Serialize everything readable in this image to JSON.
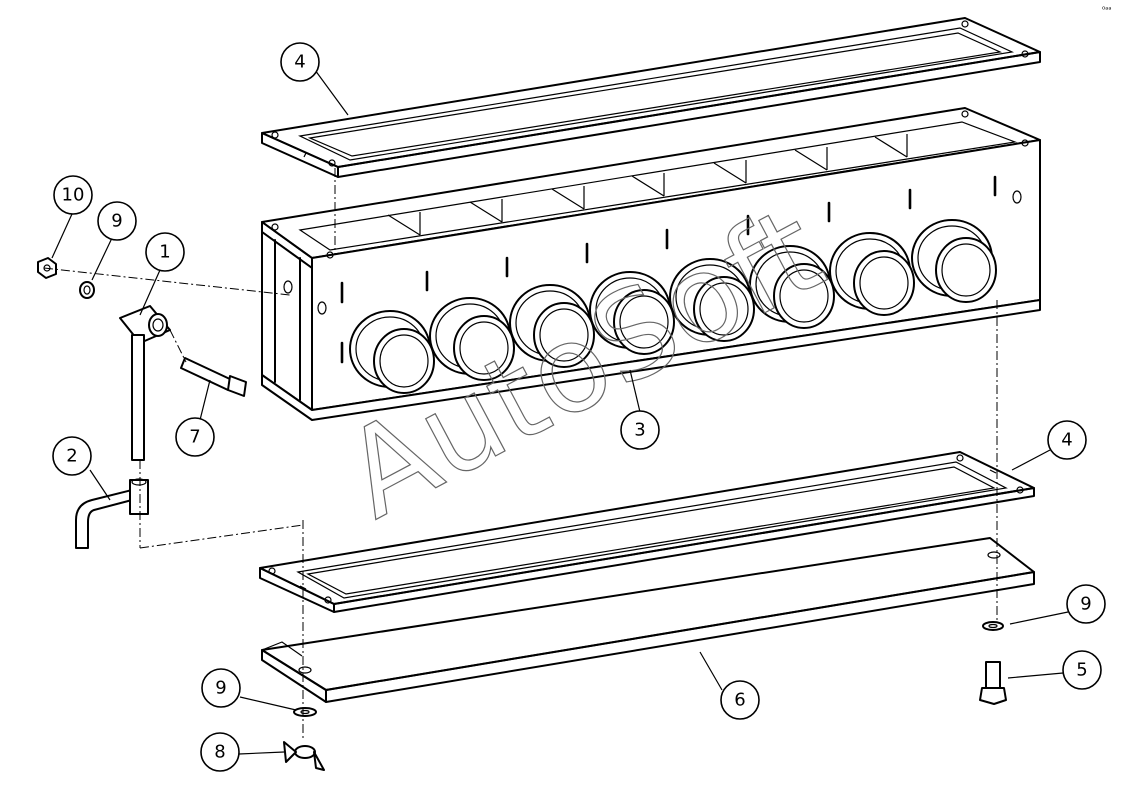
{
  "watermark": "AutoSoft",
  "corner_mark": "⁰ᵃᵃ",
  "callouts": [
    {
      "id": "c1",
      "label": "1"
    },
    {
      "id": "c2",
      "label": "2"
    },
    {
      "id": "c3",
      "label": "3"
    },
    {
      "id": "c4a",
      "label": "4"
    },
    {
      "id": "c4b",
      "label": "4"
    },
    {
      "id": "c5",
      "label": "5"
    },
    {
      "id": "c6",
      "label": "6"
    },
    {
      "id": "c7",
      "label": "7"
    },
    {
      "id": "c8",
      "label": "8"
    },
    {
      "id": "c9a",
      "label": "9"
    },
    {
      "id": "c9b",
      "label": "9"
    },
    {
      "id": "c9c",
      "label": "9"
    },
    {
      "id": "c10",
      "label": "10"
    }
  ]
}
